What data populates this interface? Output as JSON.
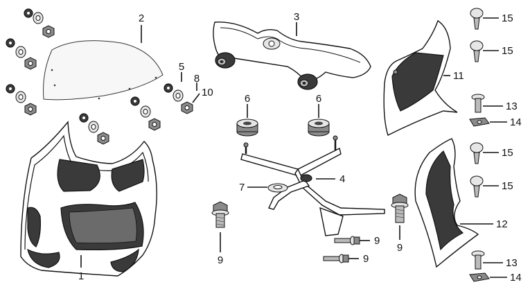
{
  "diagram": {
    "background": "#ffffff",
    "line_color": "#111111",
    "part_fill": "#3a3a3a",
    "callouts": {
      "c1": "1",
      "c2": "2",
      "c3": "3",
      "c4": "4",
      "c5": "5",
      "c6a": "6",
      "c6b": "6",
      "c7": "7",
      "c8": "8",
      "c9a": "9",
      "c9b": "9",
      "c9c": "9",
      "c9d": "9",
      "c10": "10",
      "c11": "11",
      "c12": "12",
      "c13a": "13",
      "c13b": "13",
      "c14a": "14",
      "c14b": "14",
      "c15a": "15",
      "c15b": "15",
      "c15c": "15",
      "c15d": "15"
    }
  }
}
